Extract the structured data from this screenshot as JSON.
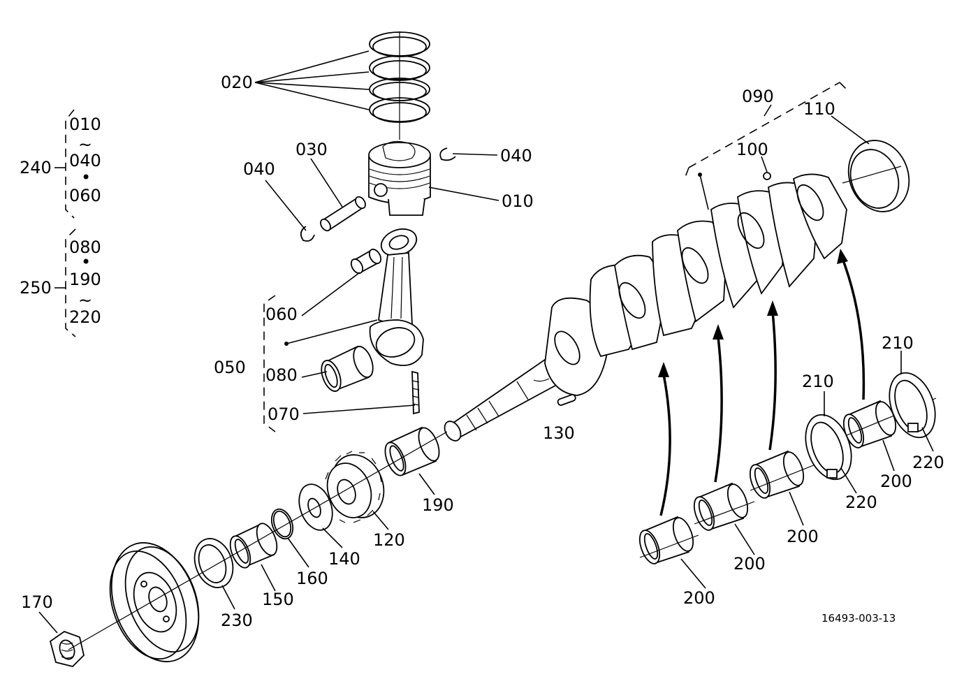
{
  "diagram": {
    "labels": [
      {
        "id": "l010",
        "text": "010"
      },
      {
        "id": "l020",
        "text": "020"
      },
      {
        "id": "l030",
        "text": "030"
      },
      {
        "id": "l040a",
        "text": "040"
      },
      {
        "id": "l040b",
        "text": "040"
      },
      {
        "id": "l050",
        "text": "050"
      },
      {
        "id": "l060",
        "text": "060"
      },
      {
        "id": "l070",
        "text": "070"
      },
      {
        "id": "l080",
        "text": "080"
      },
      {
        "id": "l090",
        "text": "090"
      },
      {
        "id": "l100",
        "text": "100"
      },
      {
        "id": "l110",
        "text": "110"
      },
      {
        "id": "l120",
        "text": "120"
      },
      {
        "id": "l130",
        "text": "130"
      },
      {
        "id": "l140",
        "text": "140"
      },
      {
        "id": "l150",
        "text": "150"
      },
      {
        "id": "l160",
        "text": "160"
      },
      {
        "id": "l170",
        "text": "170"
      },
      {
        "id": "l190",
        "text": "190"
      },
      {
        "id": "l200a",
        "text": "200"
      },
      {
        "id": "l200b",
        "text": "200"
      },
      {
        "id": "l200c",
        "text": "200"
      },
      {
        "id": "l200d",
        "text": "200"
      },
      {
        "id": "l210a",
        "text": "210"
      },
      {
        "id": "l210b",
        "text": "210"
      },
      {
        "id": "l220a",
        "text": "220"
      },
      {
        "id": "l220b",
        "text": "220"
      },
      {
        "id": "l230",
        "text": "230"
      }
    ],
    "kits": [
      {
        "code": "240",
        "items": [
          "010",
          "~",
          "040",
          "•",
          "060"
        ]
      },
      {
        "code": "250",
        "items": [
          "080",
          "•",
          "190",
          "~",
          "220"
        ]
      }
    ],
    "drawing_number": "16493-003-13"
  }
}
